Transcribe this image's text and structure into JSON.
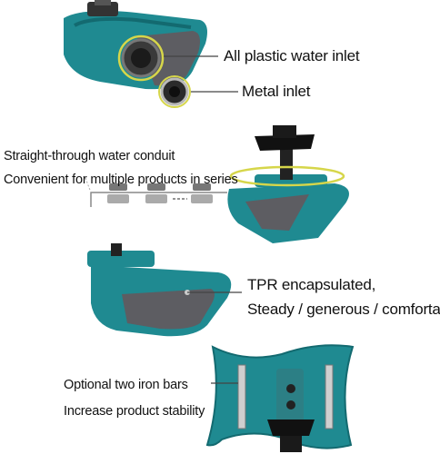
{
  "panel_top": {
    "labels": [
      "All plastic water inlet",
      "Metal inlet"
    ]
  },
  "panel_conduit": {
    "lines": [
      "Straight-through water conduit",
      "Convenient for multiple products in series"
    ]
  },
  "panel_tpr": {
    "lines": [
      "TPR encapsulated,",
      "Steady / generous / comfortable"
    ]
  },
  "panel_bars": {
    "lines": [
      "Optional two iron bars",
      "Increase product stability"
    ]
  },
  "colors": {
    "teal": "#1f8a91",
    "teal_dark": "#136a70",
    "grip_gray": "#5d5d62",
    "callout_yellow": "#d6d64a",
    "leader_line": "#444444"
  }
}
